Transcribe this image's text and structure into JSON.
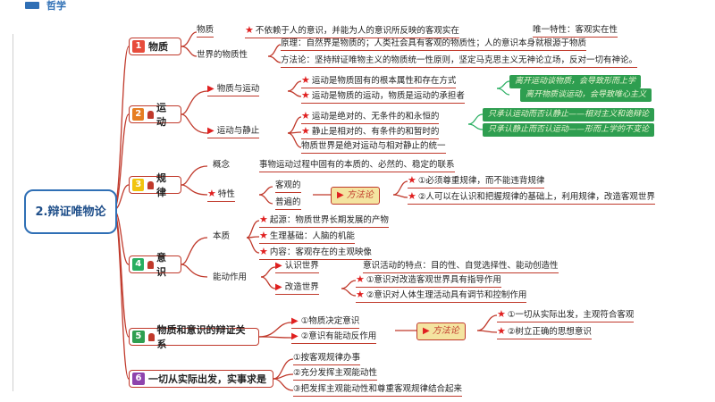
{
  "header": {
    "title": "哲学"
  },
  "root": {
    "title": "2.辩证唯物论"
  },
  "colors": {
    "accent": "#c0392b",
    "root_border": "#2f6fb5",
    "green_box": "#2e9e50",
    "method_fill": "#f4e4a0"
  },
  "sections": {
    "matter": {
      "num": "1",
      "label": "物质",
      "concept_label": "物质",
      "concept_text": "不依赖于人的意识，并能为人的意识所反映的客观实在",
      "property_text": "唯一特性：客观实在性",
      "worldview_label": "世界的物质性",
      "principle_text": "原理：自然界是物质的；人类社会具有客观的物质性；人的意识本身就根源于物质",
      "method_text": "方法论：坚持辩证唯物主义的物质统一性原则，坚定马克思主义无神论立场，反对一切有神论。"
    },
    "motion": {
      "num": "2",
      "label": "运动",
      "branch1": "物质与运动",
      "b1_item1": "运动是物质固有的根本属性和存在方式",
      "b1_item2": "运动是物质的运动，物质是运动的承担者",
      "b1_green1": "离开运动谈物质，会导致形而上学",
      "b1_green2": "离开物质谈运动，会导致唯心主义",
      "branch2": "运动与静止",
      "b2_item1": "运动是绝对的、无条件的和永恒的",
      "b2_item2": "静止是相对的、有条件的和暂时的",
      "b2_item3": "物质世界是绝对运动与相对静止的统一",
      "b2_green1": "只承认运动而否认静止——相对主义和诡辩论",
      "b2_green2": "只承认静止而否认运动——形而上学的不变论"
    },
    "law": {
      "num": "3",
      "label": "规律",
      "concept_label": "概念",
      "concept_text": "事物运动过程中固有的本质的、必然的、稳定的联系",
      "feature_label": "特性",
      "feature1": "客观的",
      "feature2": "普遍的",
      "method_label": "方法论",
      "method1": "①必须尊重规律，而不能违背规律",
      "method2": "②人可以在认识和把握规律的基础上，利用规律，改造客观世界"
    },
    "consciousness": {
      "num": "4",
      "label": "意识",
      "essence_label": "本质",
      "origin": "起源：物质世界长期发展的产物",
      "physio": "生理基础：人脑的机能",
      "content": "内容：客观存在的主观映像",
      "function_label": "能动作用",
      "know_label": "认识世界",
      "know_text": "意识活动的特点：目的性、自觉选择性、能动创造性",
      "change_label": "改造世界",
      "change1": "①意识对改造客观世界具有指导作用",
      "change2": "②意识对人体生理活动具有调节和控制作用"
    },
    "relation": {
      "num": "5",
      "label": "物质和意识的辩证关系",
      "item1": "①物质决定意识",
      "item2": "②意识有能动反作用",
      "method_label": "方法论",
      "method1": "①一切从实际出发，主观符合客观",
      "method2": "②树立正确的思想意识"
    },
    "practice": {
      "num": "6",
      "label": "一切从实际出发，实事求是",
      "item1": "①按客观规律办事",
      "item2": "②充分发挥主观能动性",
      "item3": "③把发挥主观能动性和尊重客观规律结合起来"
    }
  }
}
